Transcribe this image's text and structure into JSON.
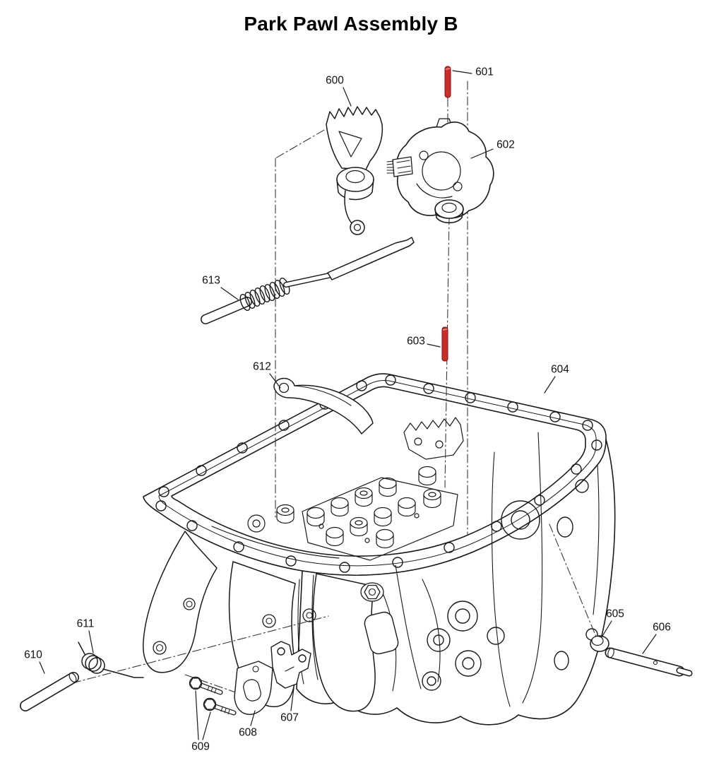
{
  "title": "Park Pawl Assembly B",
  "diagram": {
    "colors": {
      "line": "#1a1a1a",
      "pin_red": "#cf2a27",
      "background": "#ffffff"
    },
    "parts": [
      {
        "id": "600",
        "label": "600"
      },
      {
        "id": "601",
        "label": "601"
      },
      {
        "id": "602",
        "label": "602"
      },
      {
        "id": "603",
        "label": "603"
      },
      {
        "id": "604",
        "label": "604"
      },
      {
        "id": "605",
        "label": "605"
      },
      {
        "id": "606",
        "label": "606"
      },
      {
        "id": "607",
        "label": "607"
      },
      {
        "id": "608",
        "label": "608"
      },
      {
        "id": "609",
        "label": "609"
      },
      {
        "id": "610",
        "label": "610"
      },
      {
        "id": "611",
        "label": "611"
      },
      {
        "id": "612",
        "label": "612"
      },
      {
        "id": "613",
        "label": "613"
      }
    ]
  }
}
